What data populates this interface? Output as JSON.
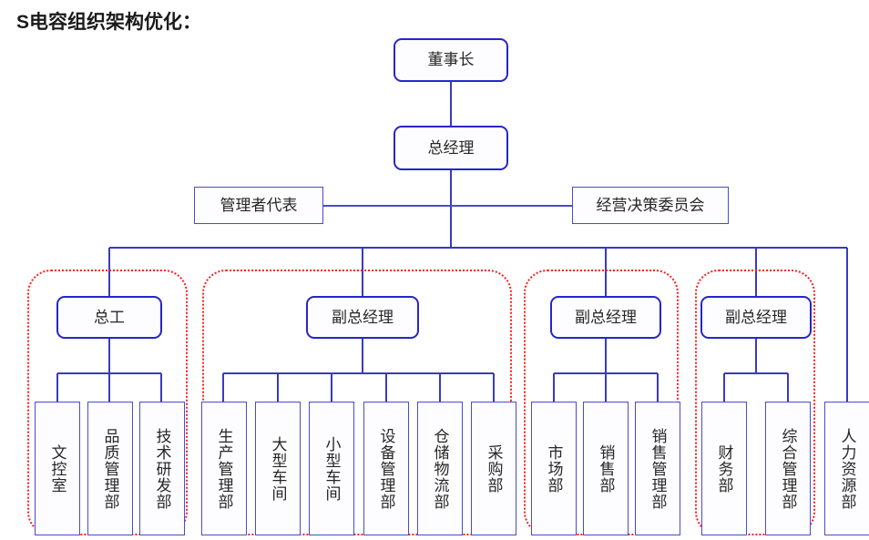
{
  "title": "S电容组织架构优化：",
  "colors": {
    "node_border": "#2626c8",
    "leaf_border": "#4a4ad0",
    "connector": "#3a3ac0",
    "group_outline": "#fa2020",
    "text": "#262626",
    "background": "#ffffff"
  },
  "chart_data": {
    "type": "diagram",
    "title": "S电容组织架构优化：",
    "diagram_kind": "organization-chart",
    "levels": 4,
    "nodes": [
      {
        "id": "chairman",
        "label": "董事长",
        "level": 1,
        "shape": "rounded"
      },
      {
        "id": "general-manager",
        "label": "总经理",
        "level": 2,
        "shape": "rounded"
      },
      {
        "id": "management-rep",
        "label": "管理者代表",
        "level": 3,
        "shape": "square",
        "side": "left"
      },
      {
        "id": "decision-committee",
        "label": "经营决策委员会",
        "level": 3,
        "shape": "square",
        "side": "right"
      },
      {
        "id": "chief-engineer",
        "label": "总工",
        "level": 4,
        "shape": "rounded"
      },
      {
        "id": "deputy-gm-1",
        "label": "副总经理",
        "level": 4,
        "shape": "rounded"
      },
      {
        "id": "deputy-gm-2",
        "label": "副总经理",
        "level": 4,
        "shape": "rounded"
      },
      {
        "id": "deputy-gm-3",
        "label": "副总经理",
        "level": 4,
        "shape": "rounded"
      }
    ],
    "edges": [
      {
        "from": "chairman",
        "to": "general-manager"
      },
      {
        "from": "general-manager",
        "to": "management-rep"
      },
      {
        "from": "general-manager",
        "to": "decision-committee"
      },
      {
        "from": "general-manager",
        "to": "chief-engineer"
      },
      {
        "from": "general-manager",
        "to": "deputy-gm-1"
      },
      {
        "from": "general-manager",
        "to": "deputy-gm-2"
      },
      {
        "from": "general-manager",
        "to": "deputy-gm-3"
      },
      {
        "from": "general-manager",
        "to": "hr-dept"
      }
    ]
  },
  "top": {
    "chairman": "董事长",
    "general_manager": "总经理"
  },
  "staff": {
    "management_rep": "管理者代表",
    "decision_committee": "经营决策委员会"
  },
  "managers": {
    "chief_engineer": "总工",
    "deputy_gm_1": "副总经理",
    "deputy_gm_2": "副总经理",
    "deputy_gm_3": "副总经理"
  },
  "groups": [
    {
      "id": "group-engineering",
      "head": "总工",
      "departments": [
        "文控室",
        "品质管理部",
        "技术研发部"
      ]
    },
    {
      "id": "group-production",
      "head": "副总经理",
      "departments": [
        "生产管理部",
        "大型车间",
        "小型车间",
        "设备管理部",
        "仓储物流部",
        "采购部"
      ]
    },
    {
      "id": "group-sales",
      "head": "副总经理",
      "departments": [
        "市场部",
        "销售部",
        "销售管理部"
      ]
    },
    {
      "id": "group-admin",
      "head": "副总经理",
      "departments": [
        "财务部",
        "综合管理部"
      ]
    }
  ],
  "standalone": {
    "hr_dept": "人力资源部"
  },
  "departments": {
    "doc_control": "文控室",
    "quality_mgmt": "品质管理部",
    "rnd": "技术研发部",
    "production_mgmt": "生产管理部",
    "large_workshop": "大型车间",
    "small_workshop": "小型车间",
    "equipment_mgmt": "设备管理部",
    "warehouse_logistics": "仓储物流部",
    "purchasing": "采购部",
    "marketing": "市场部",
    "sales": "销售部",
    "sales_mgmt": "销售管理部",
    "finance": "财务部",
    "general_admin": "综合管理部",
    "hr": "人力资源部"
  }
}
